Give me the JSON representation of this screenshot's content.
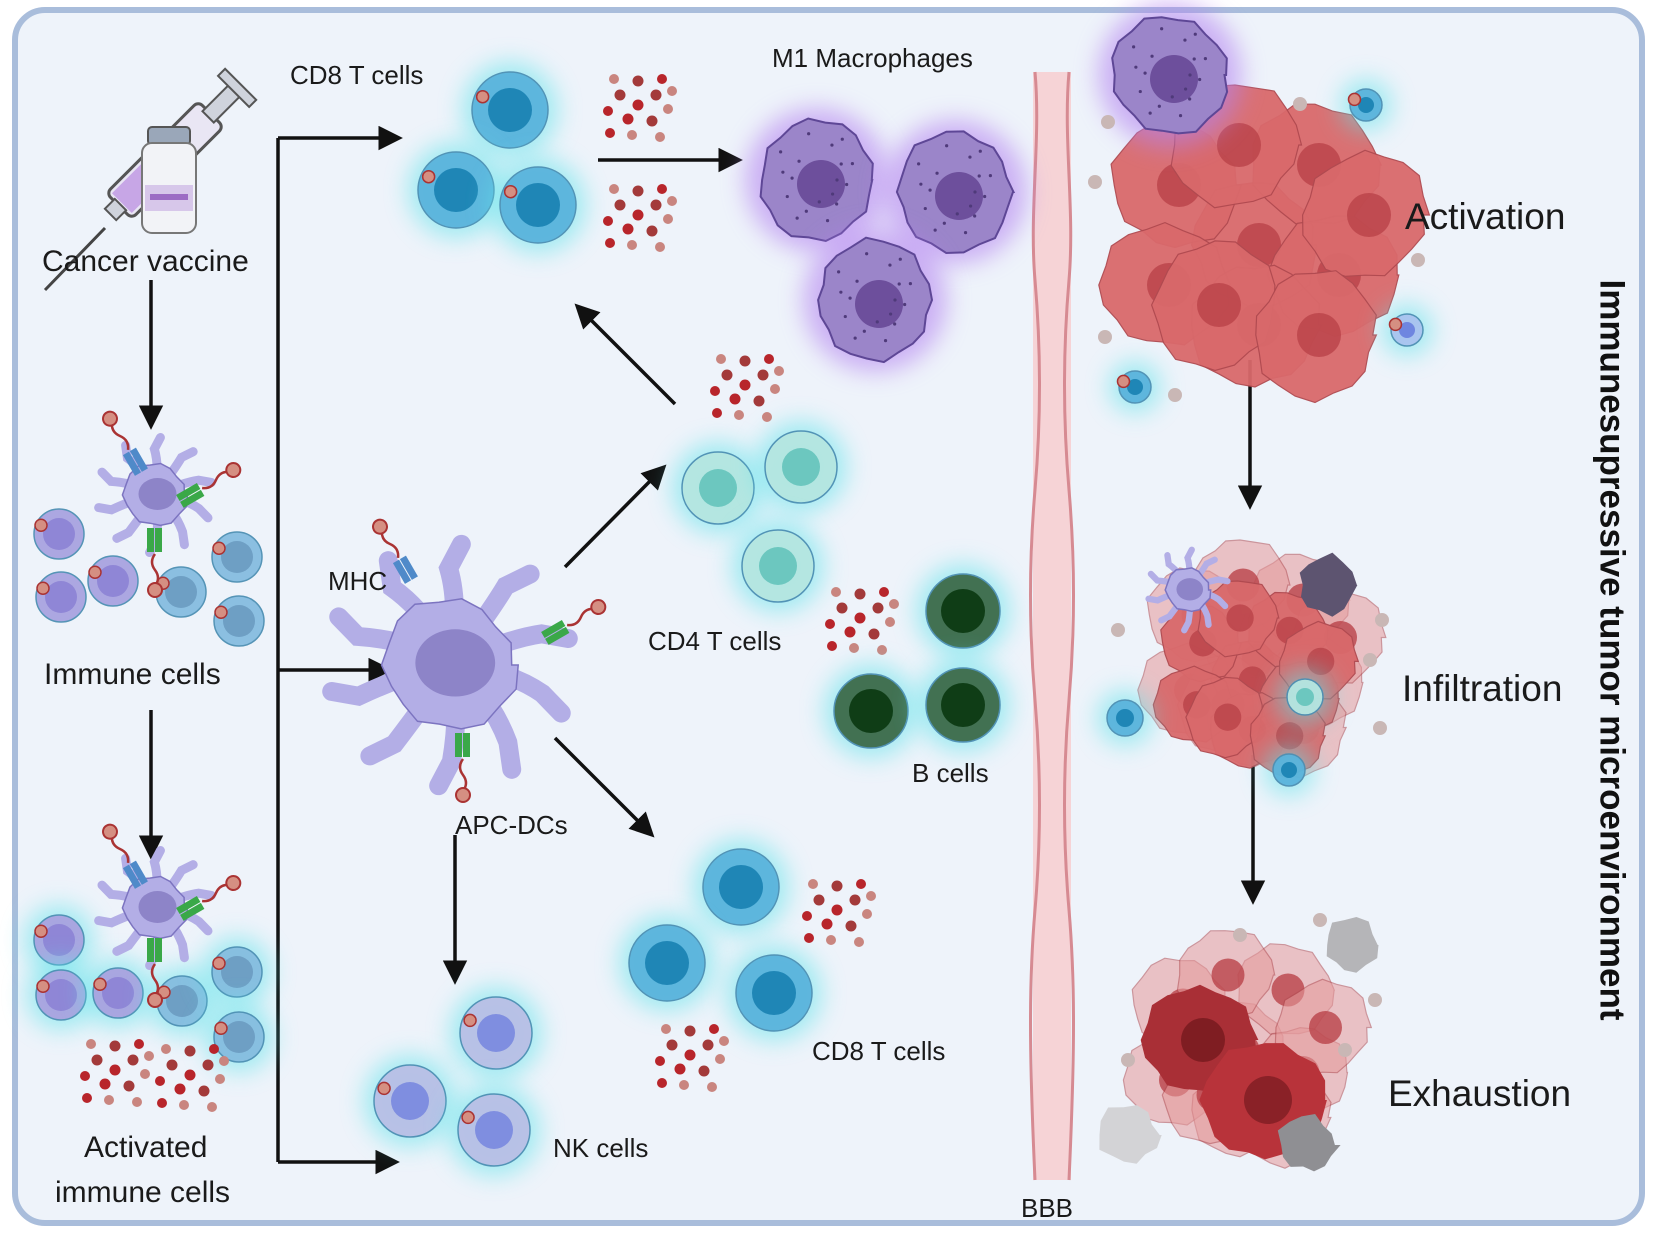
{
  "labels": {
    "cancer_vaccine": "Cancer vaccine",
    "immune_cells": "Immune cells",
    "activated_line1": "Activated",
    "activated_line2": "immune cells",
    "cd8_top": "CD8 T cells",
    "m1_macrophages": "M1 Macrophages",
    "mhc": "MHC",
    "apc_dcs": "APC-DCs",
    "cd4": "CD4 T cells",
    "b_cells": "B cells",
    "cd8_bottom": "CD8 T cells",
    "nk_cells": "NK cells",
    "bbb": "BBB",
    "activation": "Activation",
    "infiltration": "Infiltration",
    "exhaustion": "Exhaustion",
    "side_title": "Immunesupressive tumor microenvironment"
  },
  "colors": {
    "panel_bg": "#eef3fa",
    "panel_border": "#a9bddb",
    "t_cell": "#5ab4dc",
    "t_cell_nucleus": "#1f86b6",
    "cd4_cell": "#b5e6e1",
    "cd4_nucleus": "#6cc7bf",
    "b_cell": "#3d6b4a",
    "b_nucleus": "#0f3d16",
    "macrophage": "#9b85c9",
    "macrophage_nucleus": "#6d4f9c",
    "dc": "#b3aee6",
    "dc_nucleus": "#8d84c8",
    "nk_cell": "#b9bfe6",
    "nk_nucleus": "#7f8ee0",
    "tumor": "#d9696b",
    "tumor_dark": "#b94248",
    "cytokine": "#a33a3a",
    "glow": "#5fe3ea",
    "bbb": "#f6d3d6",
    "bbb_edge": "#d68a92"
  }
}
